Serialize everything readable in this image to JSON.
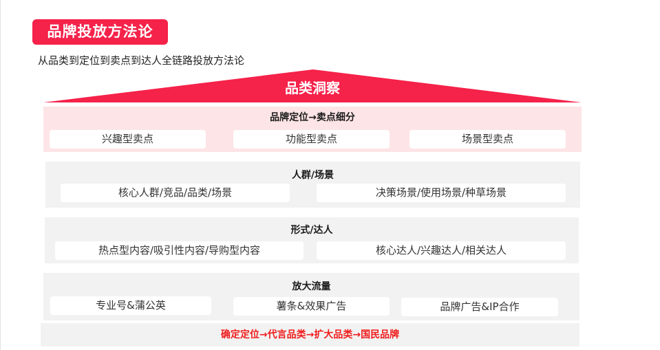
{
  "header": {
    "title": "品牌投放方法论",
    "subtitle": "从品类到定位到卖点到达人全链路投放方法论"
  },
  "roof": {
    "label": "品类洞察"
  },
  "layers": [
    {
      "title": "品牌定位→卖点细分",
      "items": [
        "兴趣型卖点",
        "功能型卖点",
        "场景型卖点"
      ]
    },
    {
      "title": "人群/场景",
      "items": [
        "核心人群/竞品/品类/场景",
        "决策场景/使用场景/种草场景"
      ]
    },
    {
      "title": "形式/达人",
      "items": [
        "热点型内容/吸引性内容/导购型内容",
        "核心达人/兴趣达人/相关达人"
      ]
    },
    {
      "title": "放大流量",
      "items": [
        "专业号&蒲公英",
        "薯条&效果广告",
        "品牌广告&IP合作"
      ]
    }
  ],
  "footer": {
    "path": "确定定位→代言品类→扩大品类→国民品牌"
  },
  "colors": {
    "accent": "#f5224a",
    "pink_panel": "#fde4e6",
    "gray_panel": "#f2f2f2",
    "footer_text": "#f01c1c"
  }
}
